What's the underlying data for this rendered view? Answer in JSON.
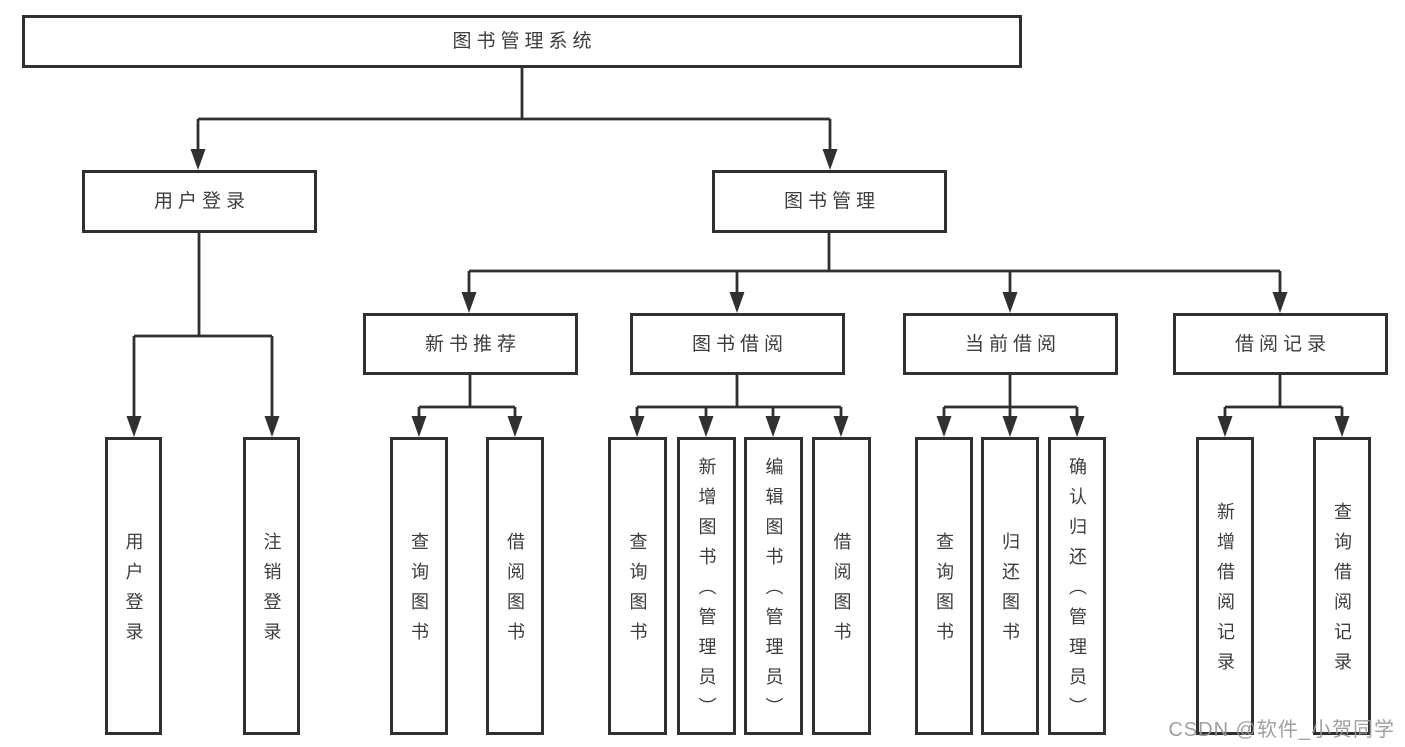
{
  "diagram": {
    "type": "tree",
    "root": {
      "label": "图书管理系统",
      "children": [
        {
          "label": "用户登录",
          "children": [
            {
              "label": "用户登录"
            },
            {
              "label": "注销登录"
            }
          ]
        },
        {
          "label": "图书管理",
          "children": [
            {
              "label": "新书推荐",
              "children": [
                {
                  "label": "查询图书"
                },
                {
                  "label": "借阅图书"
                }
              ]
            },
            {
              "label": "图书借阅",
              "children": [
                {
                  "label": "查询图书"
                },
                {
                  "label": "新增图书（管理员）"
                },
                {
                  "label": "编辑图书（管理员）"
                },
                {
                  "label": "借阅图书"
                }
              ]
            },
            {
              "label": "当前借阅",
              "children": [
                {
                  "label": "查询图书"
                },
                {
                  "label": "归还图书"
                },
                {
                  "label": "确认归还（管理员）"
                }
              ]
            },
            {
              "label": "借阅记录",
              "children": [
                {
                  "label": "新增借阅记录"
                },
                {
                  "label": "查询借阅记录"
                }
              ]
            }
          ]
        }
      ]
    }
  },
  "watermark": {
    "text": "CSDN @软件_小贺同学"
  },
  "colors": {
    "background": "#ffffff",
    "line": "#303030",
    "box_border": "#303030",
    "text": "#3d3d3d",
    "watermark": "#989898"
  }
}
